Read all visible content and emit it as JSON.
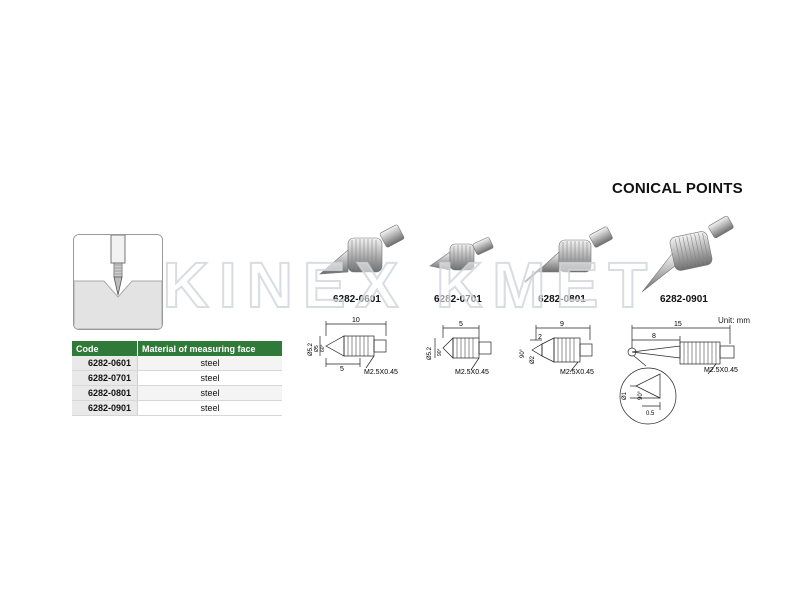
{
  "title": "CONICAL POINTS",
  "unit_label": "Unit: mm",
  "watermark": "KINEX KMET",
  "table": {
    "headers": [
      "Code",
      "Material of measuring face"
    ],
    "rows": [
      {
        "code": "6282-0601",
        "material": "steel"
      },
      {
        "code": "6282-0701",
        "material": "steel"
      },
      {
        "code": "6282-0801",
        "material": "steel"
      },
      {
        "code": "6282-0901",
        "material": "steel"
      }
    ]
  },
  "products": [
    {
      "code": "6282-0601",
      "dims": {
        "length": "10",
        "dia": "Ø5.2",
        "small_dia": "Ø5",
        "angle": "60°",
        "base": "5",
        "thread": "M2.5X0.45"
      }
    },
    {
      "code": "6282-0701",
      "dims": {
        "length": "5",
        "dia": "Ø5.2",
        "angle": "90°",
        "thread": "M2.5X0.45"
      }
    },
    {
      "code": "6282-0801",
      "dims": {
        "length": "9",
        "dia": "Ø2",
        "angle": "90°",
        "step": "2",
        "thread": "M2.5X0.45"
      }
    },
    {
      "code": "6282-0901",
      "dims": {
        "length": "15",
        "tip_length": "8",
        "detail_dia": "Ø1",
        "angle": "90°",
        "detail_len": "0.5",
        "thread": "M2.5X0.45"
      }
    }
  ]
}
